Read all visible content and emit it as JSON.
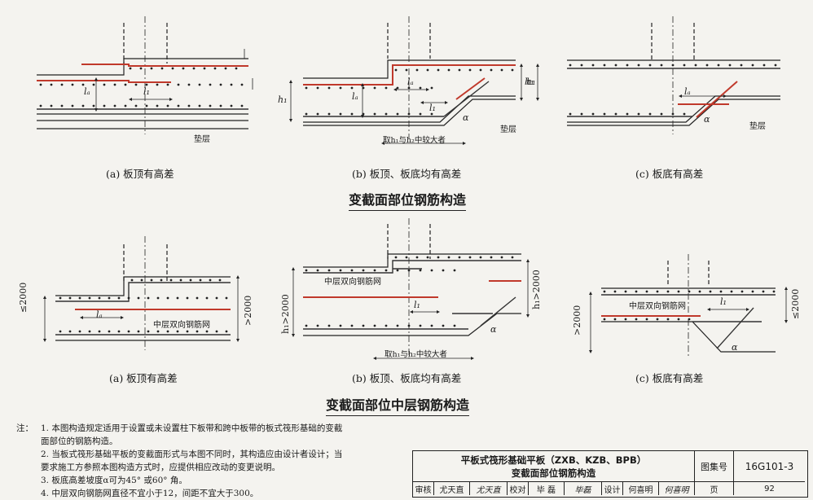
{
  "top_section_title": "变截面部位钢筋构造",
  "mid_section_title": "变截面部位中层钢筋构造",
  "top_captions": [
    "(a)  板顶有高差",
    "(b)  板顶、板底均有高差",
    "(c)  板底有高差"
  ],
  "mid_captions": [
    "(a)  板顶有高差",
    "(b)  板顶、板底均有高差",
    "(c)  板底有高差"
  ],
  "labels": {
    "cushion": "垫层",
    "max_of_h1_h2": "取h₁与h₂中较大者",
    "la": "lₐ",
    "l1": "l₁",
    "h1": "h₁",
    "alpha": "α",
    "mid_mesh": "中层双向钢筋网",
    "le2000": "≤2000",
    "gt2000": ">2000",
    "h1gt2000": "h₁>2000"
  },
  "notes": {
    "head": "注：",
    "items": [
      "1. 本图构造规定适用于设置或未设置柱下板带和跨中板带的板式筏形基础的变截",
      "    面部位的钢筋构造。",
      "2. 当板式筏形基础平板的变截面形式与本图不同时，其构造应由设计者设计；当",
      "    要求施工方参照本图构造方式时，应提供相应改动的变更说明。",
      "3. 板底高差坡度α可为45°  或60°  角。",
      "4. 中层双向钢筋网直径不宜小于12，间距不宜大于300。"
    ]
  },
  "title_block": {
    "title_line1": "平板式筏形基础平板（ZXB、KZB、BPB）",
    "title_line2": "变截面部位钢筋构造",
    "atlas_label": "图集号",
    "atlas_no": "16G101-3",
    "review": "审核",
    "reviewer": "尤天直",
    "reviewer_sig": "尤天直",
    "check": "校对",
    "checker": "毕  磊",
    "checker_sig": "毕磊",
    "design": "设计",
    "designer": "何喜明",
    "designer_sig": "何喜明",
    "page_label": "页",
    "page_no": "92"
  }
}
